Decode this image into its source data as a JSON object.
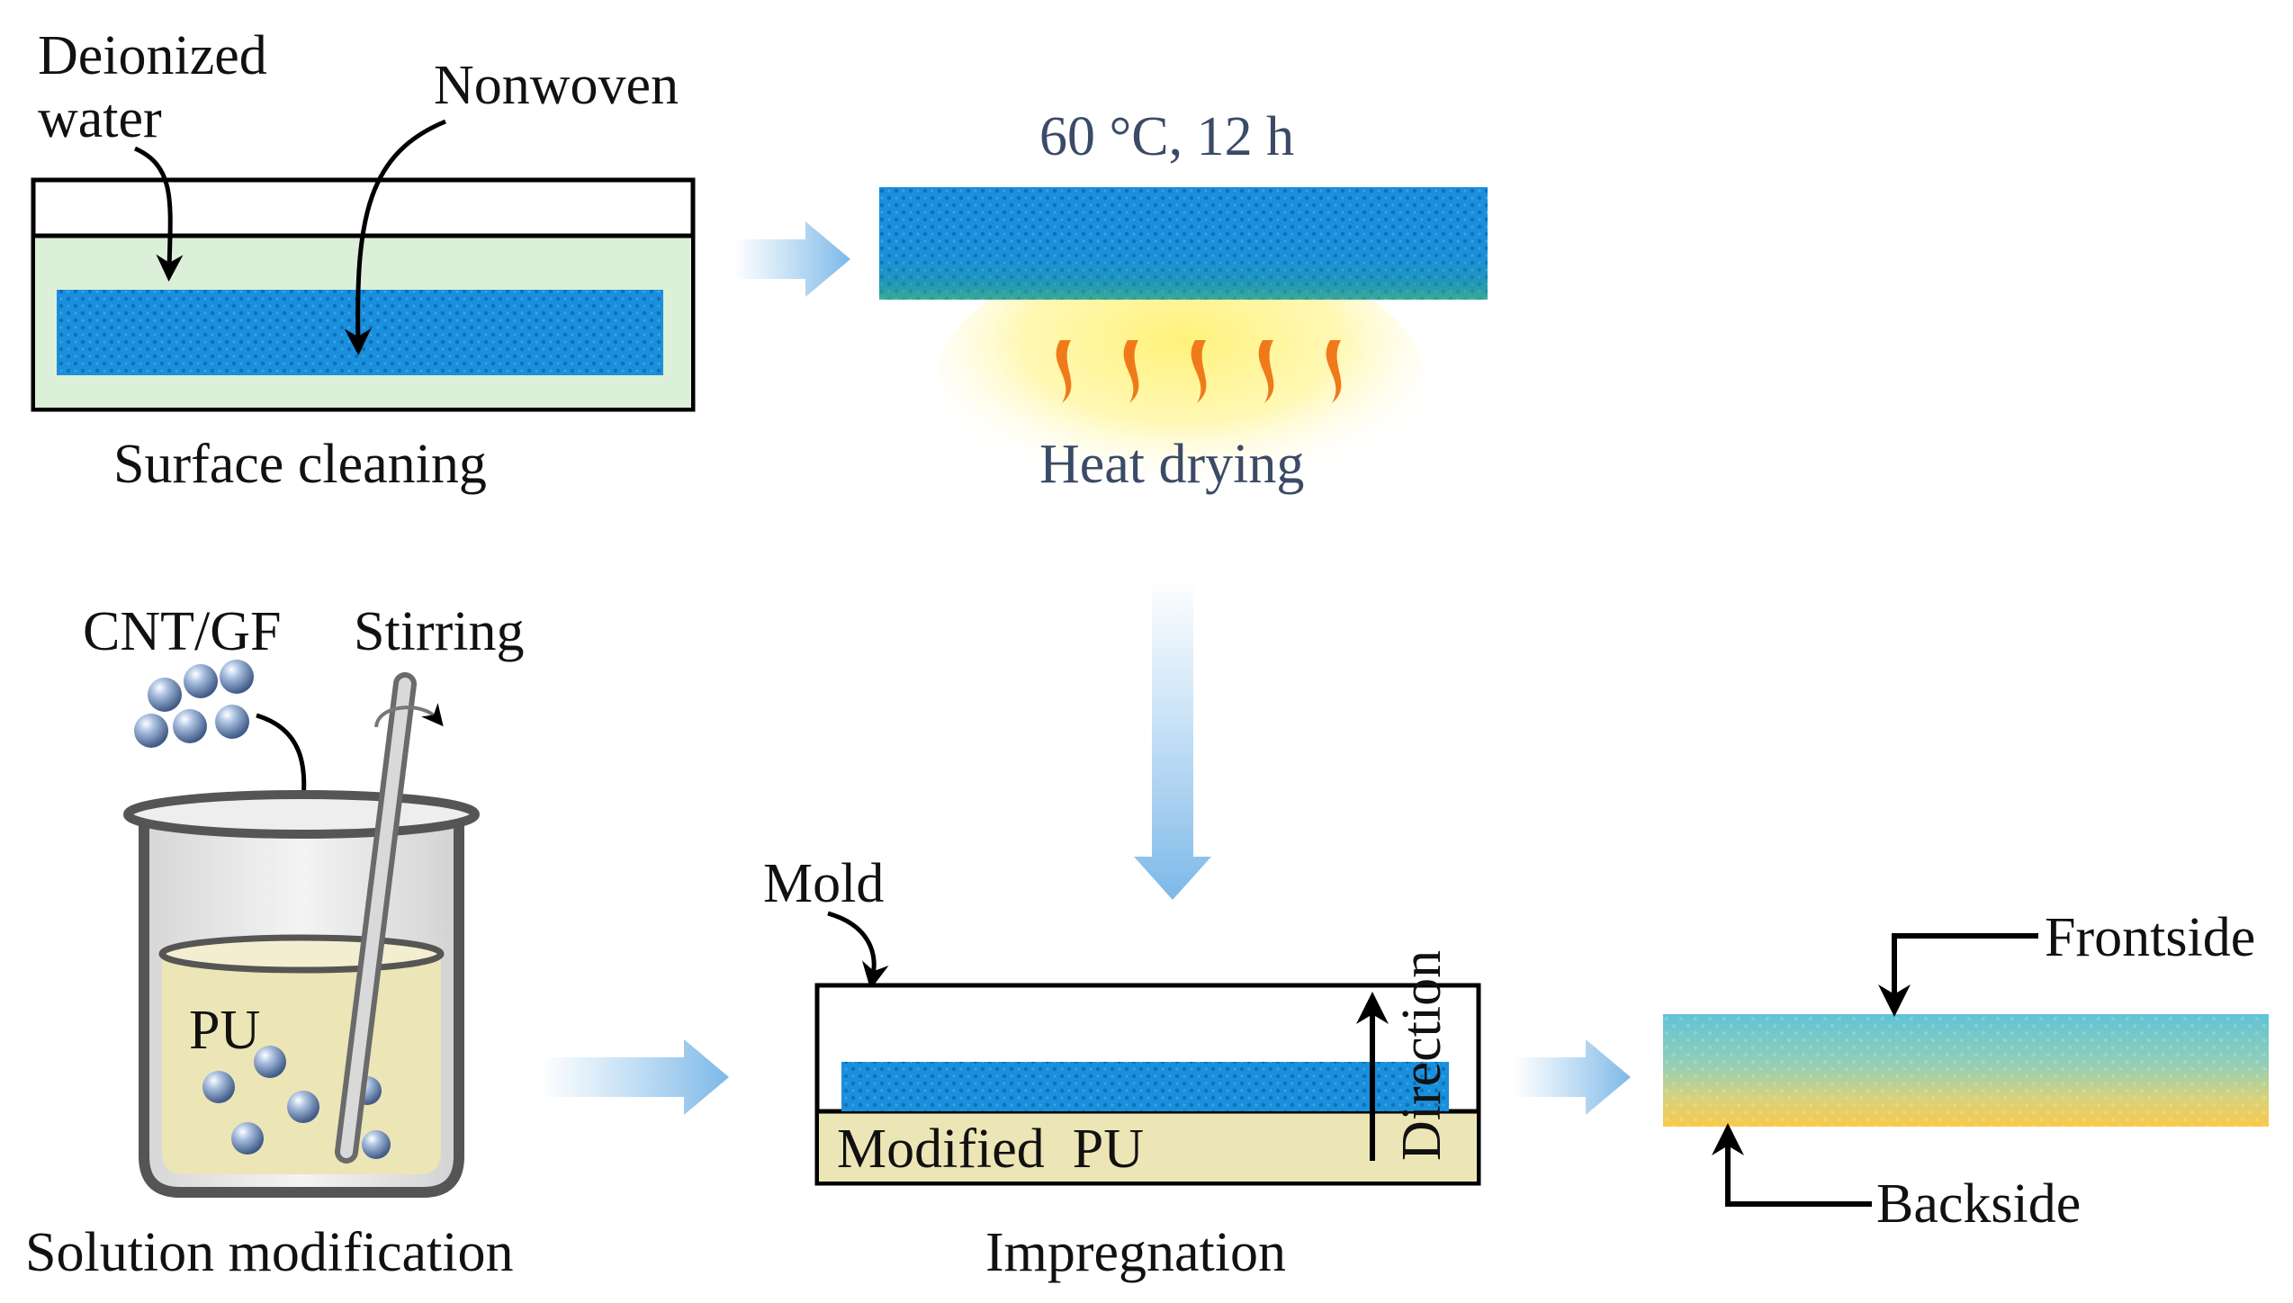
{
  "labels": {
    "deionized_water_line1": "Deionized",
    "deionized_water_line2": "water",
    "nonwoven": "Nonwoven",
    "surface_cleaning": "Surface cleaning",
    "drying_conditions": "60 °C, 12 h",
    "heat_drying": "Heat drying",
    "cnt_gf": "CNT/GF",
    "stirring": "Stirring",
    "pu": "PU",
    "solution_modification": "Solution modification",
    "mold": "Mold",
    "direction": "Direction",
    "modified_pu": "Modified  PU",
    "impregnation": "Impregnation",
    "frontside": "Frontside",
    "backside": "Backside"
  },
  "colors": {
    "nonwoven_blue": "#1a8fdc",
    "water_green": "#dcefd9",
    "pu_yellow": "#ece5b6",
    "process_arrow": "#8ec3ec",
    "heat_glow": "#fff27a",
    "flame": "#f07a1a",
    "product_top": "#5fc3d8",
    "product_bottom": "#f8c94a"
  },
  "icons": [
    "process-arrow-icon",
    "flame-icon",
    "beaker-icon",
    "stirring-rod-icon",
    "particle-sphere-icon"
  ]
}
